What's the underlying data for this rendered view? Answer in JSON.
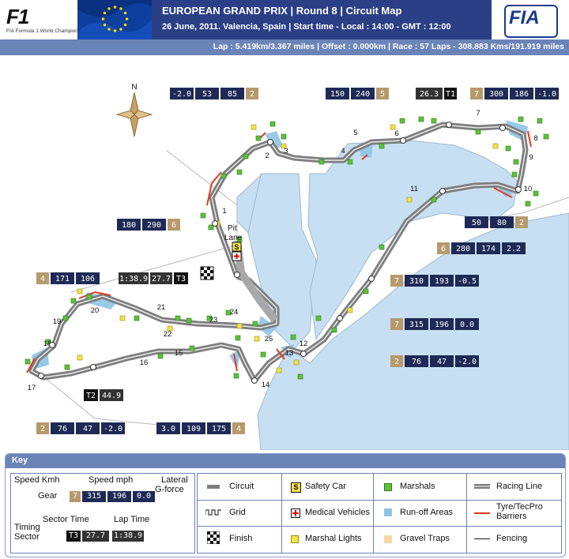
{
  "header": {
    "title": "EUROPEAN GRAND PRIX  |  Round 8  |  Circuit Map",
    "subtitle": "26 June, 2011. Valencia, Spain | Start time - Local : 14:00 - GMT : 12:00",
    "info": "Lap : 5.419km/3.367 miles | Offset : 0.000km | Race : 57 Laps - 308.883 Kms/191.919 miles",
    "f1_logo_text": "F1",
    "f1_logo_sub": "FIA Formula 1 World Championship",
    "fia_logo_text": "FIA"
  },
  "compass": {
    "label": "N"
  },
  "corners": [
    {
      "num": "1"
    },
    {
      "num": "2"
    },
    {
      "num": "3"
    },
    {
      "num": "4"
    },
    {
      "num": "5"
    },
    {
      "num": "6"
    },
    {
      "num": "7"
    },
    {
      "num": "8"
    },
    {
      "num": "9"
    },
    {
      "num": "10"
    },
    {
      "num": "11"
    },
    {
      "num": "12"
    },
    {
      "num": "13"
    },
    {
      "num": "14"
    },
    {
      "num": "15"
    },
    {
      "num": "16"
    },
    {
      "num": "17"
    },
    {
      "num": "18"
    },
    {
      "num": "19"
    },
    {
      "num": "20"
    },
    {
      "num": "21"
    },
    {
      "num": "22"
    },
    {
      "num": "23"
    },
    {
      "num": "24"
    },
    {
      "num": "25"
    }
  ],
  "pit_lane": {
    "line1": "Pit",
    "line2": "Lane"
  },
  "speed_boxes": [
    {
      "id": "c2",
      "kmh": "-2.0",
      "mph": "53",
      "gforce": "85",
      "gear": "2",
      "order": "g-first"
    },
    {
      "id": "c5",
      "kmh": "150",
      "mph": "240",
      "gear": "5"
    },
    {
      "id": "t1",
      "kmh": "26.3",
      "gear": "T1",
      "timing": true
    },
    {
      "id": "c7",
      "gear": "7",
      "kmh": "300",
      "mph": "186",
      "gforce": "-1.0"
    },
    {
      "id": "c1",
      "kmh": "180",
      "mph": "290",
      "gear": "6"
    },
    {
      "id": "c10",
      "kmh": "50",
      "mph": "80",
      "gear": "2"
    },
    {
      "id": "c11",
      "gear": "6",
      "kmh": "280",
      "mph": "174",
      "gforce": "2.2"
    },
    {
      "id": "t3",
      "lap": "1:38.9",
      "sector": "27.7",
      "gear": "T3",
      "timing": true
    },
    {
      "id": "c19",
      "gear": "4",
      "kmh": "171",
      "mph": "106"
    },
    {
      "id": "c12a",
      "gear": "7",
      "kmh": "310",
      "mph": "193",
      "gforce": "-0.5"
    },
    {
      "id": "c12b",
      "gear": "7",
      "kmh": "315",
      "mph": "196",
      "gforce": "0.0"
    },
    {
      "id": "c13",
      "gear": "2",
      "kmh": "76",
      "mph": "47",
      "gforce": "-2.0"
    },
    {
      "id": "t2",
      "sector": "44.9",
      "gear": "T2",
      "timing": true
    },
    {
      "id": "c17",
      "gear": "2",
      "kmh": "76",
      "mph": "47",
      "gforce": "-2.0"
    },
    {
      "id": "c14",
      "kmh": "3.0",
      "mph": "109",
      "gforce": "175",
      "gear": "4"
    }
  ],
  "key": {
    "title": "Key",
    "speed_kmh": "Speed Kmh",
    "speed_mph": "Speed mph",
    "lateral": "Lateral",
    "gforce": "G-force",
    "gear": "Gear",
    "ex_gear": "7",
    "ex_kmh": "315",
    "ex_mph": "196",
    "ex_g": "0.0",
    "sector_time": "Sector Time",
    "lap_time": "Lap Time",
    "timing": "Timing",
    "sector": "Sector",
    "ex_t": "T3",
    "ex_sector": "27.7",
    "ex_lap": "1:38.9",
    "items": {
      "circuit": "Circuit",
      "grid": "Grid",
      "finish": "Finish",
      "safety_car": "Safety Car",
      "safety_car_glyph": "S",
      "medical": "Medical Vehicles",
      "marshal_lights": "Marshal Lights",
      "marshals": "Marshals",
      "runoff": "Run-off Areas",
      "gravel": "Gravel Traps",
      "racing_line": "Racing Line",
      "tyre1": "Tyre/TecPro",
      "tyre2": "Barriers",
      "fencing": "Fencing"
    }
  },
  "colors": {
    "header_bg": "#2a3f86",
    "info_bg": "#6b84b8",
    "water": "#c7dff2",
    "runoff": "#8ec4e6",
    "track": "#7d7d7d",
    "marshal": "#5cc23a",
    "marshal_light": "#f2e34a",
    "barrier": "#e03a1e",
    "gear_box": "#b69a6b",
    "speed_box": "#1e2a55"
  }
}
